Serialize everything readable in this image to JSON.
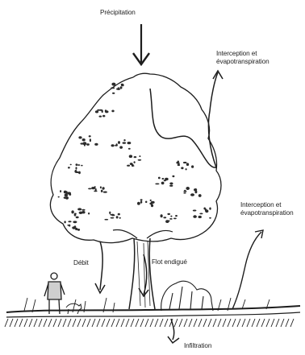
{
  "labels": {
    "precipitation": "Précipitation",
    "interception_1_line1": "Interception et",
    "interception_1_line2": "évapotranspiration",
    "interception_2_line1": "Interception et",
    "interception_2_line2": "évapotranspiration",
    "debit": "Débit",
    "flot_endigue": "Flot endigué",
    "infiltration": "Infiltration"
  },
  "colors": {
    "ink": "#1d1d1d",
    "background": "#ffffff"
  },
  "icons": [
    "precipitation-arrow-icon",
    "evapotranspiration-arrow-icon",
    "runoff-arrow-icon",
    "infiltration-arrow-icon",
    "person-icon",
    "dog-icon"
  ]
}
